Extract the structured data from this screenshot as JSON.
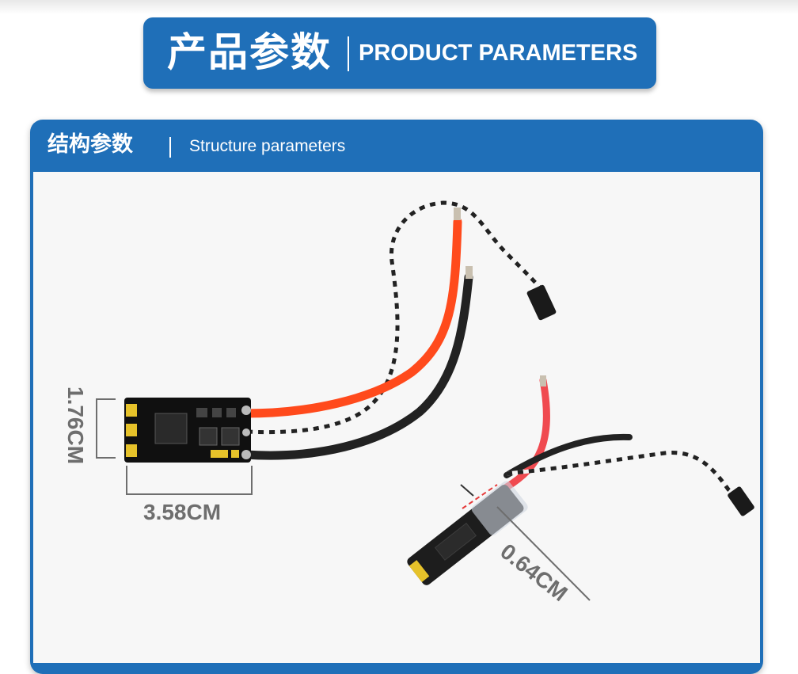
{
  "banner": {
    "title_zh": "产品参数",
    "title_en": "PRODUCT PARAMETERS"
  },
  "section": {
    "title_zh": "结构参数",
    "title_en": "Structure parameters"
  },
  "dimensions": {
    "height_label": "1.76CM",
    "width_label": "3.58CM",
    "thickness_label": "0.64CM"
  },
  "colors": {
    "brand_blue": "#1f6fb8",
    "wire_red": "#ff4a1c",
    "wire_black": "#222222",
    "dimension_gray": "#6e6e6e"
  }
}
